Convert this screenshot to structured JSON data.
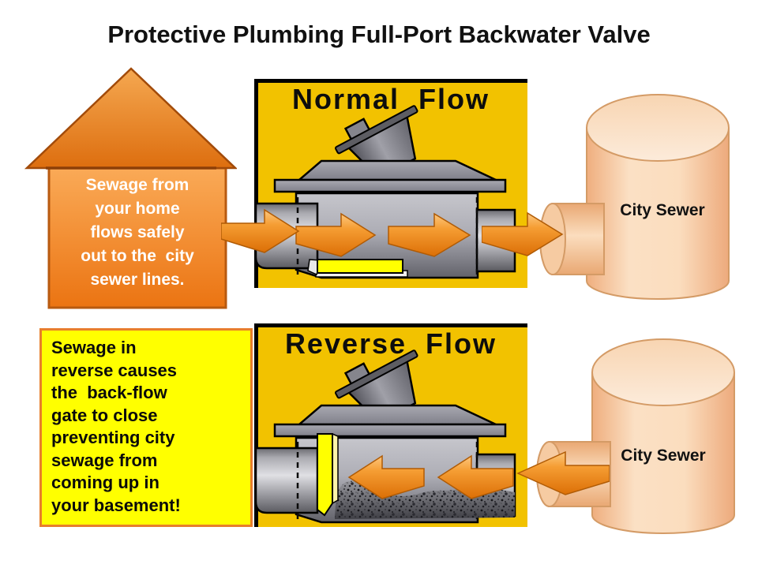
{
  "title": "Protective Plumbing Full-Port Backwater Valve",
  "house": {
    "lines": [
      "Sewage from",
      "your home",
      "flows safely",
      "out to the  city",
      "sewer lines."
    ]
  },
  "normal_flow": {
    "heading": "Normal  Flow"
  },
  "reverse_flow": {
    "heading": "Reverse  Flow"
  },
  "warning_box": {
    "lines": [
      "Sewage in",
      "reverse causes",
      "the  back-flow",
      "gate to close",
      "preventing city",
      "sewage from",
      "coming up in",
      "your basement!"
    ]
  },
  "city_sewer_top": {
    "label": "City Sewer"
  },
  "city_sewer_bottom": {
    "label": "City Sewer"
  },
  "colors": {
    "panel_yellow": "#F2C200",
    "warning_yellow": "#FFFF00",
    "warning_border": "#E87E2B",
    "gate_yellow": "#FFFF00",
    "arrow_orange": "#F59D33",
    "house_orange": "#EB7412",
    "sewer_peach": "#FBDDBE",
    "valve_gray": "#A8A8B0"
  }
}
